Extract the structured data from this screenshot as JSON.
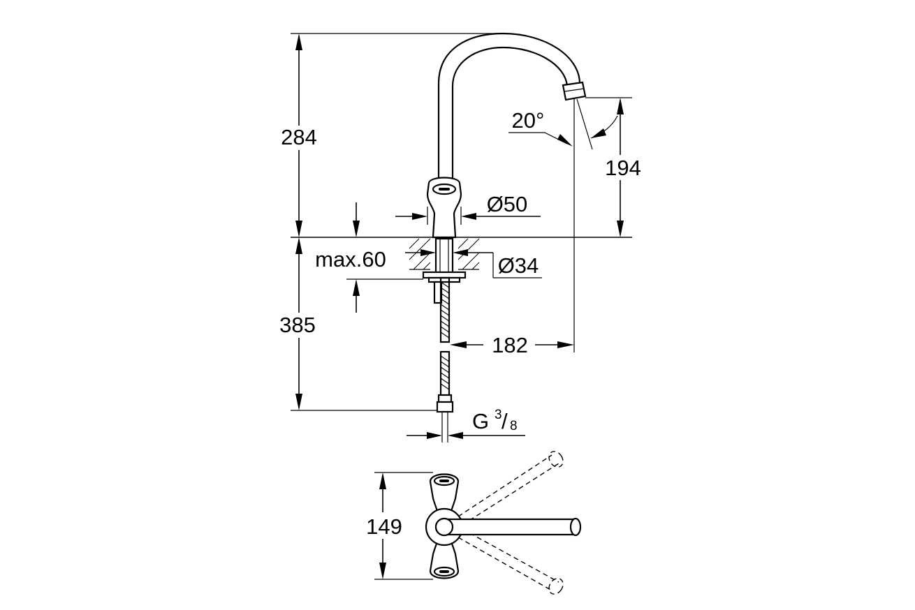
{
  "labels": {
    "height_above_deck": "284",
    "height_below_deck": "385",
    "spout_height": "194",
    "spout_angle": "20°",
    "base_diameter": "Ø50",
    "hole_diameter": "Ø34",
    "max_deck_thickness": "max.60",
    "spout_reach": "182",
    "connection_thread": "G",
    "connection_thread_num": "3",
    "connection_thread_den": "8",
    "top_view_width": "149"
  }
}
